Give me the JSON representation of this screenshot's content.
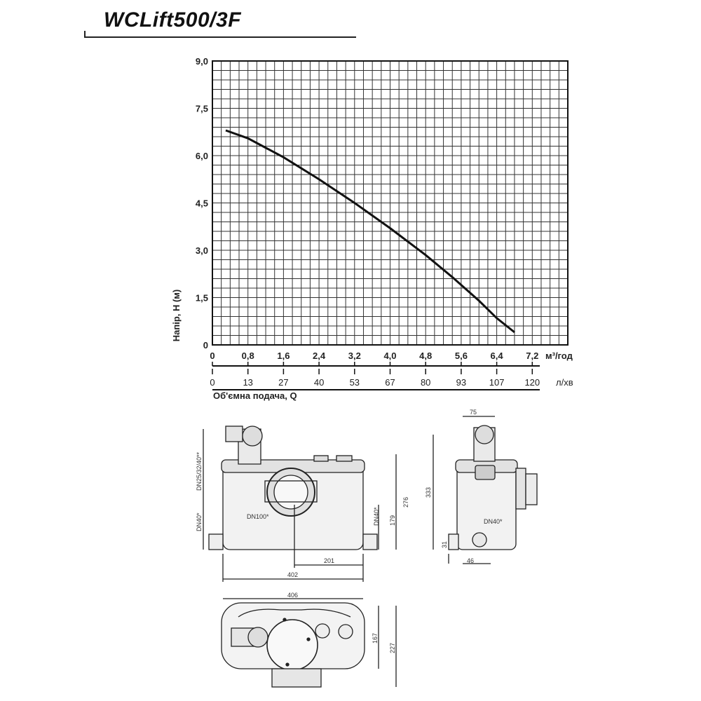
{
  "title": "WCLift500/3F",
  "chart_data": {
    "type": "line",
    "ylabel": "Напір, Н (м)",
    "y_ticks": [
      "9,0",
      "7,5",
      "6,0",
      "4,5",
      "3,0",
      "1,5",
      "0"
    ],
    "ylim": [
      0,
      9
    ],
    "xlim": [
      0,
      8
    ],
    "x_ticks": [
      "0",
      "0,8",
      "1,6",
      "2,4",
      "3,2",
      "4,0",
      "4,8",
      "5,6",
      "6,4",
      "7,2"
    ],
    "x_unit": "м³/год",
    "x2_ticks": [
      "0",
      "13",
      "27",
      "40",
      "53",
      "67",
      "80",
      "93",
      "107",
      "120"
    ],
    "x2_unit": "л/хв",
    "xlabel": "Об'ємна подача, Q",
    "grid": true,
    "series": [
      {
        "x": [
          0.3,
          0.8,
          1.6,
          2.4,
          3.2,
          4.0,
          4.8,
          5.4,
          6.0,
          6.4,
          6.8
        ],
        "y": [
          6.8,
          6.55,
          5.95,
          5.25,
          4.5,
          3.7,
          2.85,
          2.15,
          1.4,
          0.85,
          0.4
        ]
      }
    ]
  },
  "drawing": {
    "front": {
      "dims": [
        "DN25/32/40**",
        "DN40*",
        "DN100*",
        "DN40*",
        "179",
        "276",
        "201",
        "402"
      ]
    },
    "side": {
      "dims": [
        "75",
        "333",
        "DN40*",
        "31",
        "46"
      ]
    },
    "top": {
      "dims": [
        "406",
        "167",
        "227"
      ]
    }
  }
}
